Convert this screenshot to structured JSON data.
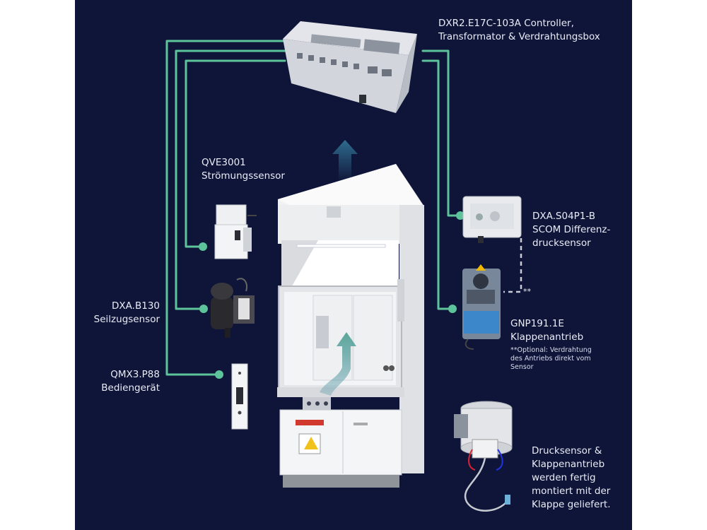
{
  "colors": {
    "background": "#0f1538",
    "wire": "#5cc39a",
    "dashed": "#c9ccd6",
    "text": "#e9ecf6"
  },
  "labels": {
    "controller": [
      "DXR2.E17C-103A Controller,",
      "Transformator & Verdrahtungsbox"
    ],
    "qve": [
      "QVE3001",
      "Strömungssensor"
    ],
    "dxa_s04": [
      "DXA.S04P1-B",
      "SCOM Differenz-",
      "drucksensor"
    ],
    "dxa_b130": [
      "DXA.B130",
      "Seilzugsensor"
    ],
    "gnp": [
      "GNP191.1E",
      "Klappenantrieb"
    ],
    "optional_note": [
      "**Optional: Verdrahtung",
      "des Antriebs direkt vom",
      "Sensor"
    ],
    "qmx": [
      "QMX3.P88",
      "Bediengerät"
    ],
    "druck": [
      "Drucksensor &",
      "Klappenantrieb",
      "werden fertig",
      "montiert mit der",
      "Klappe geliefert."
    ],
    "double_star": "**"
  }
}
